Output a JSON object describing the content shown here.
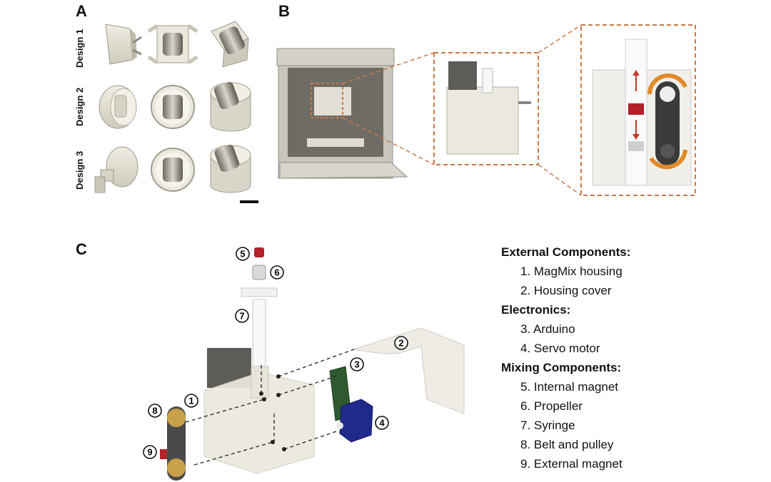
{
  "panels": {
    "a": "A",
    "b": "B",
    "c": "C"
  },
  "designs": [
    "Design 1",
    "Design 2",
    "Design 3"
  ],
  "legend": {
    "external_header": "External Components:",
    "external_items": [
      "1. MagMix housing",
      "2. Housing cover"
    ],
    "electronics_header": "Electronics:",
    "electronics_items": [
      "3. Arduino",
      "4. Servo motor"
    ],
    "mixing_header": "Mixing Components:",
    "mixing_items": [
      "5. Internal magnet",
      "6. Propeller",
      "7. Syringe",
      "8. Belt and pulley",
      "9. External magnet"
    ]
  },
  "callouts": [
    "1",
    "2",
    "3",
    "4",
    "5",
    "6",
    "7",
    "8",
    "9"
  ],
  "colors": {
    "accent_dashed": "#c87a4a",
    "magnet_red": "#b3202a",
    "servo_blue": "#1f2a8a",
    "pcb_green": "#2f5a2f",
    "pulley_gold": "#c9a04a"
  }
}
